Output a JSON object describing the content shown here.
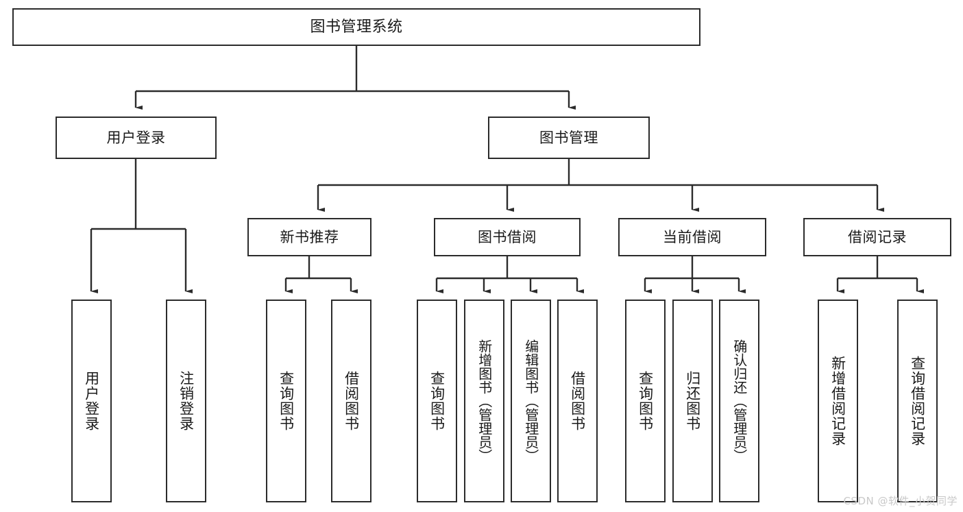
{
  "diagram": {
    "title": "图书管理系统",
    "type": "tree",
    "orientation": "top-down",
    "stroke_color": "#2b2b2b",
    "fill_color": "#ffffff",
    "text_color": "#1a1a1a",
    "levels": {
      "root": {
        "label": "图书管理系统"
      },
      "level2": [
        {
          "label": "用户登录"
        },
        {
          "label": "图书管理"
        }
      ],
      "level3": [
        {
          "label": "新书推荐"
        },
        {
          "label": "图书借阅"
        },
        {
          "label": "当前借阅"
        },
        {
          "label": "借阅记录"
        }
      ],
      "leaves": [
        {
          "label": "用户登录",
          "parent": "用户登录"
        },
        {
          "label": "注销登录",
          "parent": "用户登录"
        },
        {
          "label": "查询图书",
          "parent": "新书推荐"
        },
        {
          "label": "借阅图书",
          "parent": "新书推荐"
        },
        {
          "label": "查询图书",
          "parent": "图书借阅"
        },
        {
          "label": "新增图书（管理员）",
          "parent": "图书借阅"
        },
        {
          "label": "编辑图书（管理员）",
          "parent": "图书借阅"
        },
        {
          "label": "借阅图书",
          "parent": "图书借阅"
        },
        {
          "label": "查询图书",
          "parent": "当前借阅"
        },
        {
          "label": "归还图书",
          "parent": "当前借阅"
        },
        {
          "label": "确认归还（管理员）",
          "parent": "当前借阅"
        },
        {
          "label": "新增借阅记录",
          "parent": "借阅记录"
        },
        {
          "label": "查询借阅记录",
          "parent": "借阅记录"
        }
      ]
    }
  },
  "watermark": {
    "text": "CSDN @软件_小贺同学"
  }
}
